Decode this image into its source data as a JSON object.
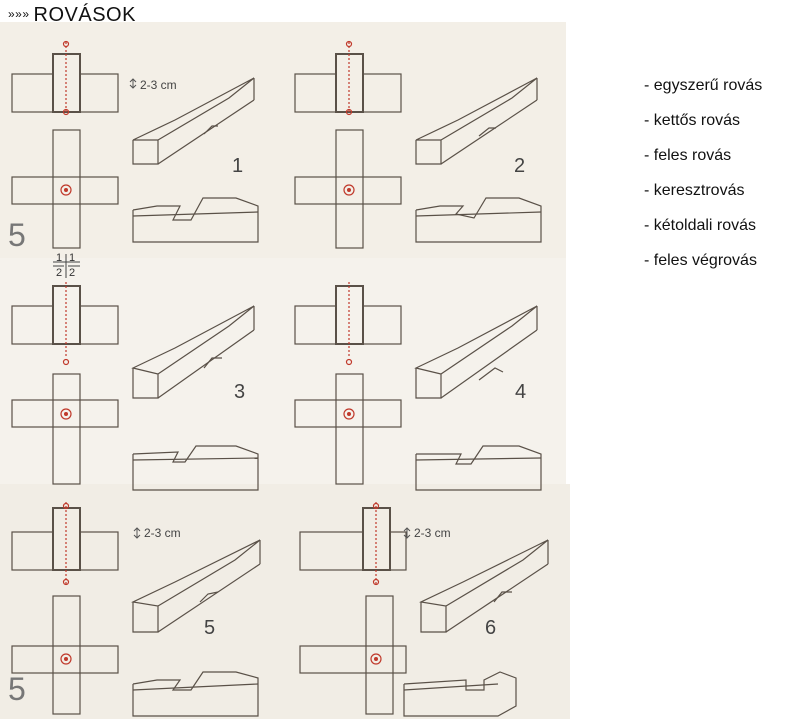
{
  "header": {
    "prefix": "»»»",
    "title": "ROVÁSOK"
  },
  "plate": {
    "page_number": "5",
    "dimension_label": "2-3 cm",
    "fraction": {
      "numerator": "1",
      "denominator": "2"
    },
    "figures": [
      {
        "number": "1"
      },
      {
        "number": "2"
      },
      {
        "number": "3"
      },
      {
        "number": "4"
      },
      {
        "number": "5"
      },
      {
        "number": "6"
      }
    ]
  },
  "legend": [
    "- egyszerű rovás",
    "- kettős rovás",
    "- feles rovás",
    "- keresztrovás",
    "- kétoldali rovás",
    "- feles végrovás"
  ],
  "colors": {
    "paper": "#f3efe7",
    "line": "#5a5148",
    "red": "#c0392b",
    "background": "#ffffff"
  }
}
